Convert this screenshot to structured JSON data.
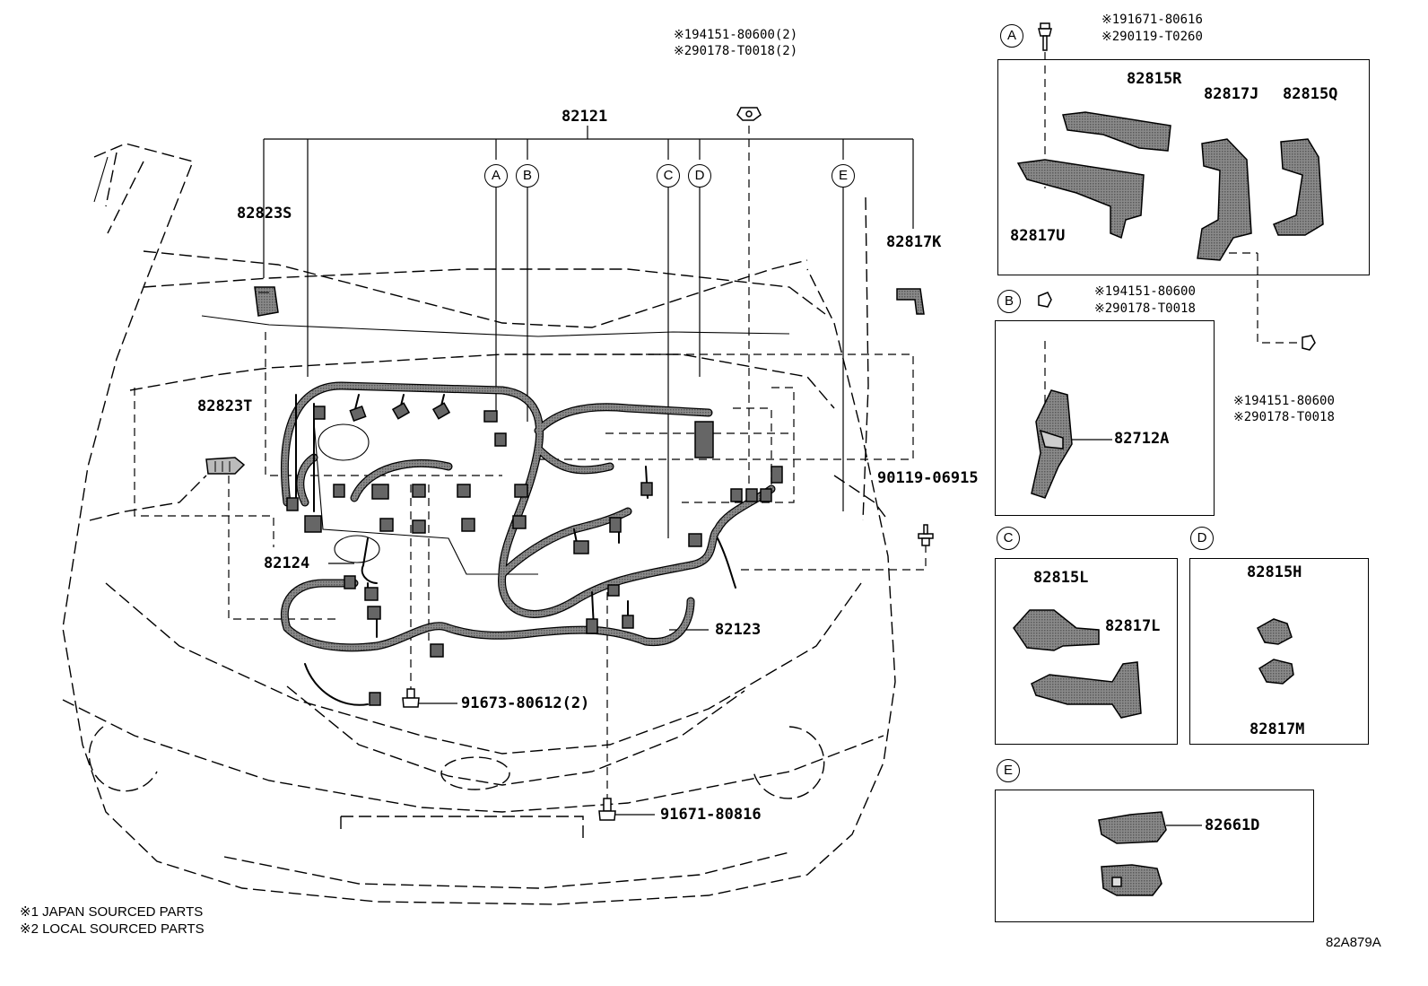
{
  "main_labels": {
    "harness_engine_room": "82121",
    "harness_82123": "82123",
    "harness_82124": "82124",
    "protector_82823S": "82823S",
    "protector_82823T": "82823T",
    "clamp_82817K": "82817K",
    "bolt_90119": "90119-06915",
    "bolt_91673": "91673-80612(2)",
    "bolt_91671": "91671-80816",
    "nut_top_1": "※194151-80600(2)",
    "nut_top_2": "※290178-T0018(2)"
  },
  "callouts": [
    "A",
    "B",
    "C",
    "D",
    "E"
  ],
  "section_a": {
    "letter": "A",
    "bolt_1": "※191671-80616",
    "bolt_2": "※290119-T0260",
    "parts": [
      "82815R",
      "82817J",
      "82815Q",
      "82817U"
    ],
    "nut_1": "※194151-80600",
    "nut_2": "※290178-T0018"
  },
  "section_b": {
    "letter": "B",
    "nut_1": "※194151-80600",
    "nut_2": "※290178-T0018",
    "part": "82712A"
  },
  "section_c": {
    "letter": "C",
    "parts": [
      "82815L",
      "82817L"
    ]
  },
  "section_d": {
    "letter": "D",
    "parts": [
      "82815H",
      "82817M"
    ]
  },
  "section_e": {
    "letter": "E",
    "part": "82661D"
  },
  "footnotes": [
    "※1 JAPAN SOURCED PARTS",
    "※2 LOCAL SOURCED PARTS"
  ],
  "diagram_code": "82A879A"
}
